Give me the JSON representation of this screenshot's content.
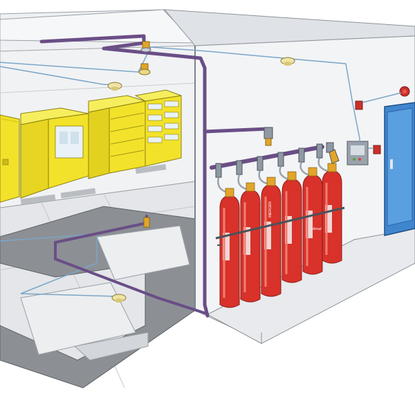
{
  "illustration": {
    "subject": "fire-suppression-cylinder-bank",
    "cylinder_label": "INERGEN",
    "cylinder_brand": "Ansul",
    "cylinder_count": 6,
    "nozzle_count": 4,
    "colors": {
      "cylinder_red": "#d8322a",
      "pipe_purple": "#6a4e86",
      "detection_wire": "#7aa6c8",
      "cabinet_yellow": "#f2e22a",
      "door_blue": "#3f86cf",
      "wall_white": "#f3f4f6",
      "floor_grey": "#d6d9dc",
      "subfloor_dark": "#6f7276"
    },
    "icons": [
      "nozzle-icon",
      "smoke-detector-icon",
      "alarm-bell-icon",
      "control-panel-icon",
      "pull-station-icon"
    ]
  }
}
